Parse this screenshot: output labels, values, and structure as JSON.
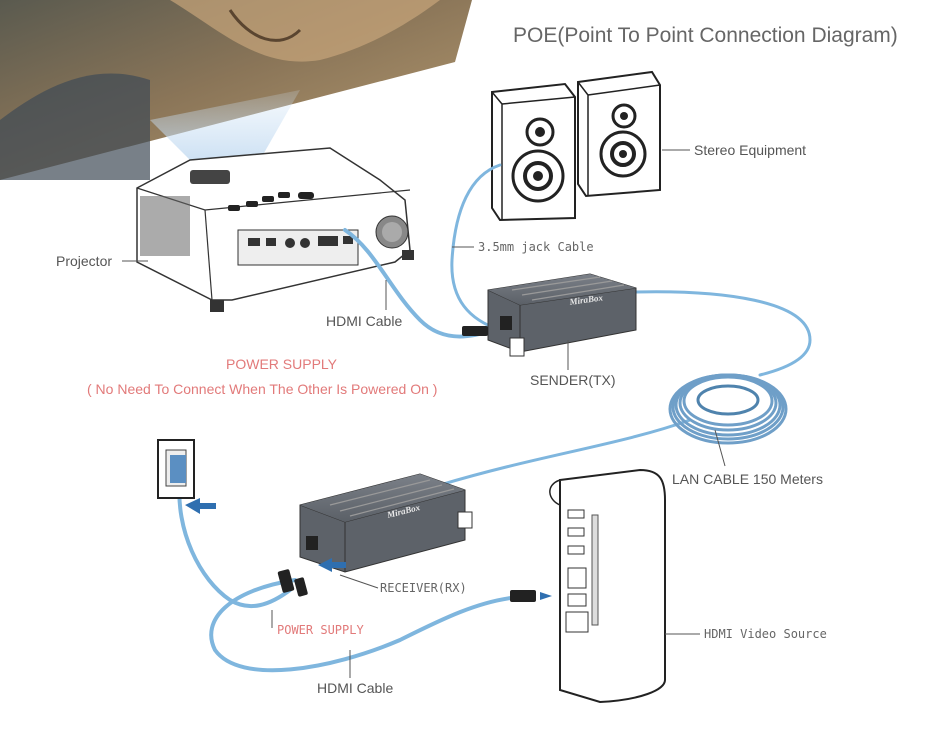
{
  "title": "POE(Point To Point Connection Diagram)",
  "labels": {
    "projector": "Projector",
    "hdmi_cable_top": "HDMI Cable",
    "stereo_equipment": "Stereo Equipment",
    "jack_cable": "3.5mm jack Cable",
    "power_supply_top": "POWER SUPPLY",
    "power_supply_note": "( No Need To Connect When The Other Is Powered On )",
    "sender": "SENDER(TX)",
    "lan_cable": "LAN CABLE 150 Meters",
    "receiver": "RECEIVER(RX)",
    "power_supply_bottom": "POWER SUPPLY",
    "hdmi_video_source": "HDMI Video Source",
    "hdmi_cable_bottom": "HDMI Cable"
  },
  "device_brand": "MiraBox",
  "colors": {
    "cable_blue": "#7fb6de",
    "cable_dark": "#4f83ad",
    "device_dark": "#5d6269",
    "label_gray": "#555555",
    "power_red": "#e27a7a",
    "arrow_blue": "#2f6fb0"
  }
}
